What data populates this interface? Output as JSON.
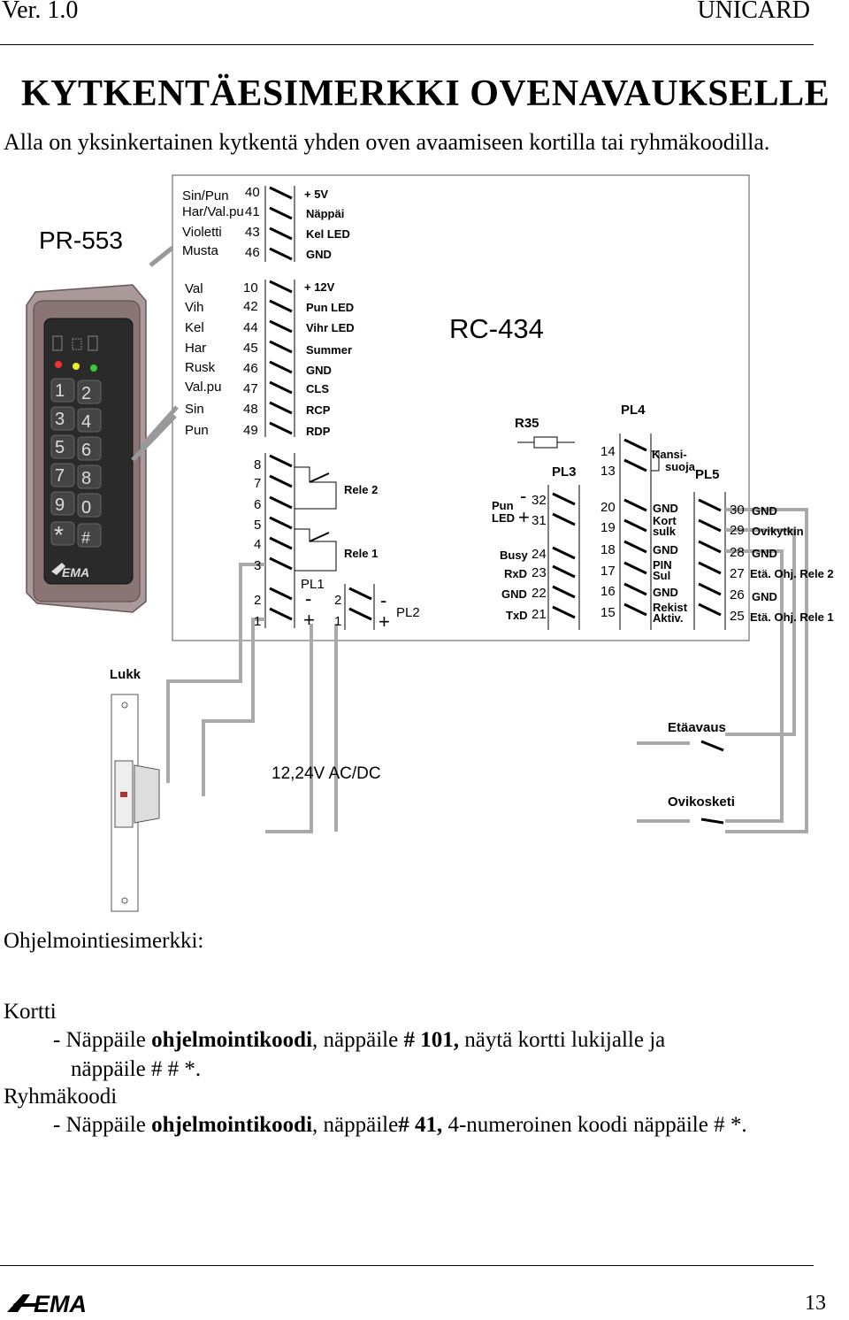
{
  "header": {
    "version": "Ver. 1.0",
    "product": "UNICARD"
  },
  "title": "KYTKENTÄESIMERKKI OVENAVAUKSELLE",
  "intro": "Alla on yksinkertainen kytkentä yhden oven avaamiseen kortilla tai ryhmäkoodilla.",
  "diagram": {
    "reader_name": "PR-553",
    "controller_name": "RC-434",
    "reader_wires_top": [
      {
        "color": "Sin/Pun",
        "num": "40",
        "func": "+ 5V"
      },
      {
        "color": "Har/Val.pu",
        "num": "41",
        "func": "Näppäi"
      },
      {
        "color": "Violetti",
        "num": "43",
        "func": "Kel LED"
      },
      {
        "color": "Musta",
        "num": "46",
        "func": "GND"
      }
    ],
    "reader_wires_main": [
      {
        "color": "Val",
        "num": "10",
        "func": "+ 12V"
      },
      {
        "color": "Vih",
        "num": "42",
        "func": "Pun LED"
      },
      {
        "color": "Kel",
        "num": "44",
        "func": "Vihr LED"
      },
      {
        "color": "Har",
        "num": "45",
        "func": "Summer"
      },
      {
        "color": "Rusk",
        "num": "46",
        "func": "GND"
      },
      {
        "color": "Val.pu",
        "num": "47",
        "func": "CLS"
      },
      {
        "color": "Sin",
        "num": "48",
        "func": "RCP"
      },
      {
        "color": "Pun",
        "num": "49",
        "func": "RDP"
      }
    ],
    "relay_terminals": [
      "8",
      "7",
      "6",
      "5",
      "4",
      "3"
    ],
    "rele2": "Rele 2",
    "rele1": "Rele 1",
    "pl1": "PL1",
    "pl1_terms": [
      "2",
      "1"
    ],
    "pl2": "PL2",
    "pl2_terms": [
      "2",
      "1"
    ],
    "minus": "-",
    "plus": "+",
    "r35": "R35",
    "pl3": "PL3",
    "pl4": "PL4",
    "pl5": "PL5",
    "pl3_rows": [
      {
        "label": "Pun",
        "num": "32",
        "sign": "-"
      },
      {
        "label": "LED",
        "num": "31",
        "sign": "+"
      },
      {
        "label": "Busy",
        "num": "24"
      },
      {
        "label": "RxD",
        "num": "23"
      },
      {
        "label": "GND",
        "num": "22"
      },
      {
        "label": "TxD",
        "num": "21"
      }
    ],
    "pl4_top": [
      "14",
      "13"
    ],
    "kansisuoja": [
      "Kansi-",
      "suoja"
    ],
    "pl4_rows": [
      {
        "num": "20",
        "label": "GND"
      },
      {
        "num": "19",
        "label": "Kort sulk"
      },
      {
        "num": "18",
        "label": "GND"
      },
      {
        "num": "17",
        "label": "PIN Sul"
      },
      {
        "num": "16",
        "label": "GND"
      },
      {
        "num": "15",
        "label": "Rekist Aktiv."
      }
    ],
    "pl5_rows": [
      {
        "num": "30",
        "label": "GND"
      },
      {
        "num": "29",
        "label": "Ovikytkin"
      },
      {
        "num": "28",
        "label": "GND"
      },
      {
        "num": "27",
        "label": "Etä. Ohj. Rele 2"
      },
      {
        "num": "26",
        "label": "GND"
      },
      {
        "num": "25",
        "label": "Etä. Ohj. Rele 1"
      }
    ],
    "keypad_keys": [
      "1",
      "2",
      "3",
      "4",
      "5",
      "6",
      "7",
      "8",
      "9",
      "0",
      "*",
      "#"
    ],
    "keypad_brand": "EMA",
    "lock_label": "Lukk",
    "power_label": "12,24V  AC/DC",
    "remote_label": "Etäavaus",
    "door_sensor_label": "Ovikosketi"
  },
  "programming": {
    "heading": "Ohjelmointiesimerkki:",
    "card_title": "Kortti",
    "card_step_1a": "- Näppäile ",
    "card_step_1b": "ohjelmointikoodi",
    "card_step_1c": ", näppäile ",
    "card_step_1d": "# 101,",
    "card_step_1e": " näytä kortti lukijalle ja",
    "card_step_2": "näppäile # # *.",
    "group_title": "Ryhmäkoodi",
    "group_step_a": "- Näppäile ",
    "group_step_b": "ohjelmointikoodi",
    "group_step_c": ", näppäile",
    "group_step_d": "# 41,",
    "group_step_e": " 4-numeroinen koodi  näppäile # *."
  },
  "footer": {
    "brand": "EMA",
    "page": "13"
  }
}
